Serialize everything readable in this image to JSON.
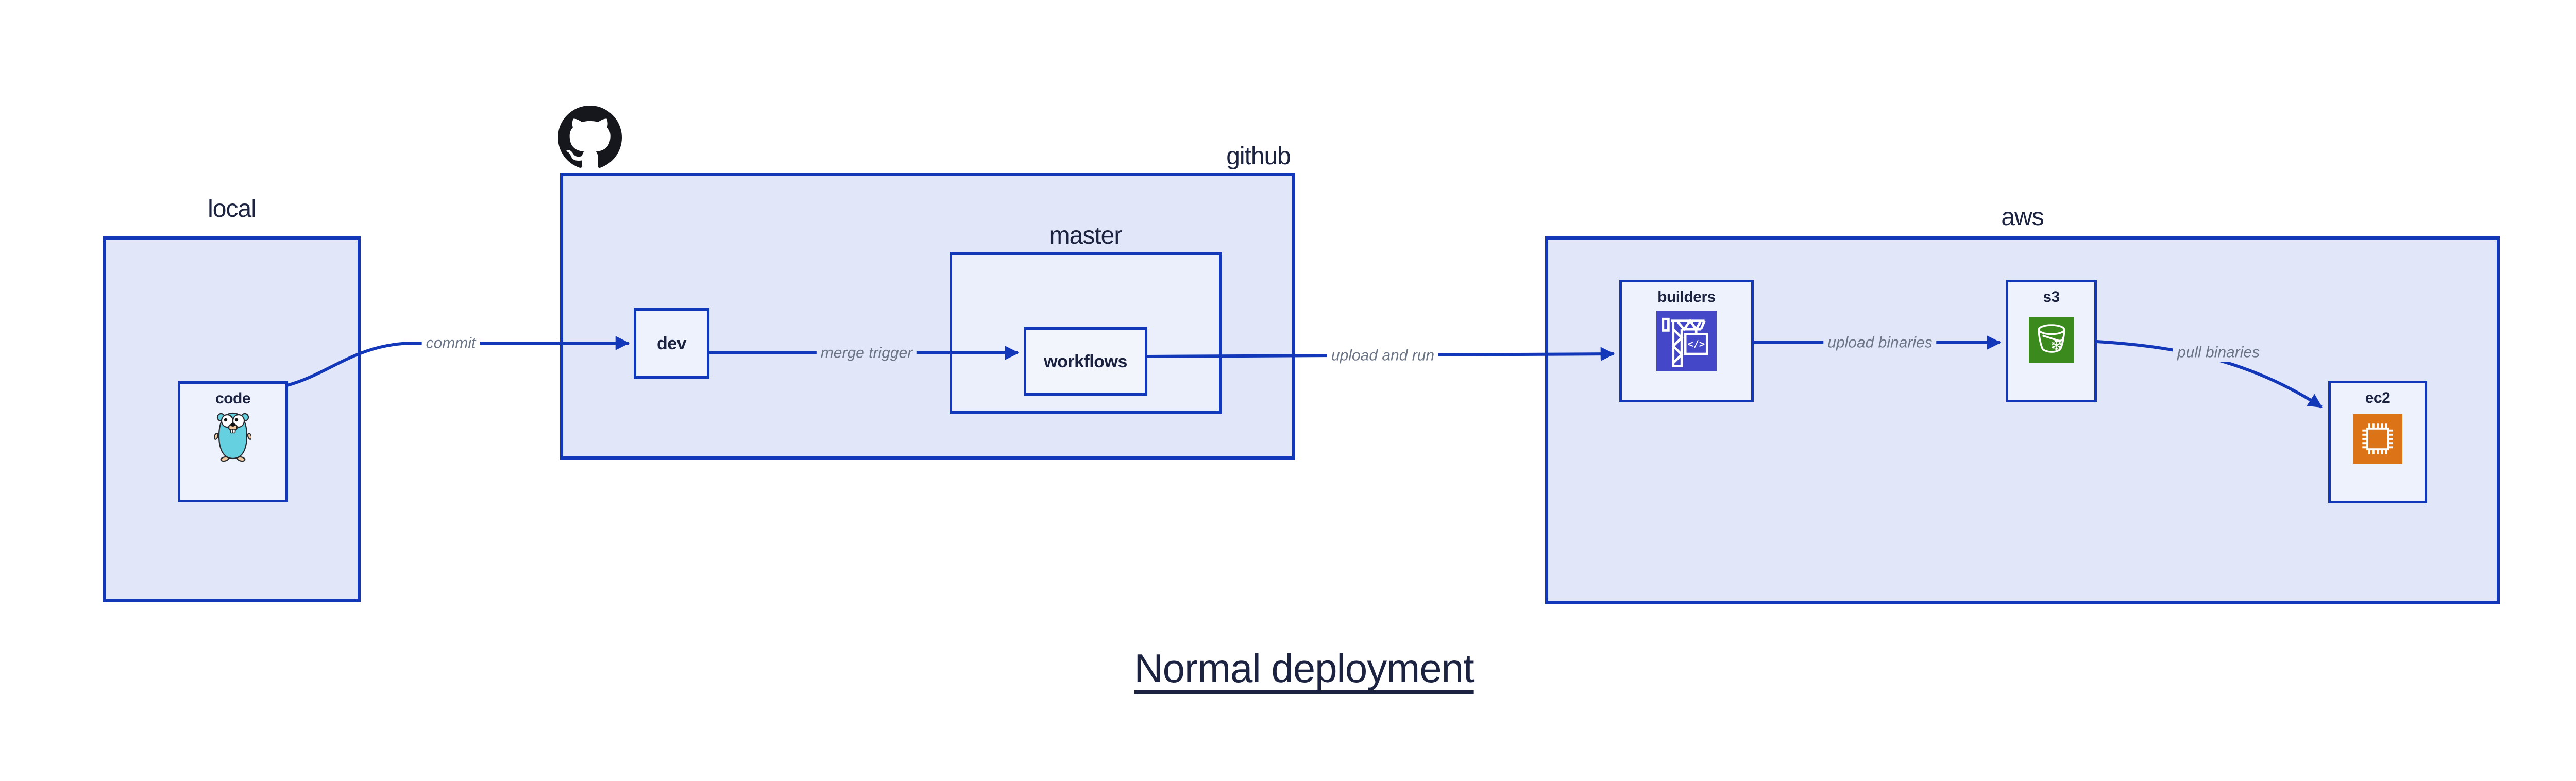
{
  "title": "Normal deployment",
  "colors": {
    "border": "#1237b8",
    "fill_outer": "#e1e7f8",
    "fill_mid": "#ebeffb",
    "fill_node": "#eef2fc",
    "fill_inner": "#f3f5fd",
    "label": "#1b2340",
    "edge_label": "#6b7586",
    "codebuild": "#4347c8",
    "s3_green": "#3a8a1d",
    "ec2_orange": "#dd7317",
    "github_black": "#15171c",
    "gopher_body": "#64d0e0",
    "gopher_tan": "#f2c99e",
    "bg": "#ffffff"
  },
  "groups": {
    "local": {
      "label": "local"
    },
    "github": {
      "label": "github"
    },
    "master": {
      "label": "master"
    },
    "aws": {
      "label": "aws"
    }
  },
  "nodes": {
    "code": {
      "label": "code",
      "icon": "go-gopher-icon"
    },
    "dev": {
      "label": "dev"
    },
    "workflows": {
      "label": "workflows"
    },
    "builders": {
      "label": "builders",
      "icon": "aws-codebuild-icon"
    },
    "s3": {
      "label": "s3",
      "icon": "aws-s3-bucket-icon"
    },
    "ec2": {
      "label": "ec2",
      "icon": "aws-ec2-chip-icon"
    }
  },
  "edges": [
    {
      "from": "code",
      "to": "dev",
      "label": "commit"
    },
    {
      "from": "dev",
      "to": "workflows",
      "label": "merge trigger"
    },
    {
      "from": "workflows",
      "to": "builders",
      "label": "upload and run"
    },
    {
      "from": "builders",
      "to": "s3",
      "label": "upload binaries"
    },
    {
      "from": "s3",
      "to": "ec2",
      "label": "pull binaries"
    }
  ]
}
